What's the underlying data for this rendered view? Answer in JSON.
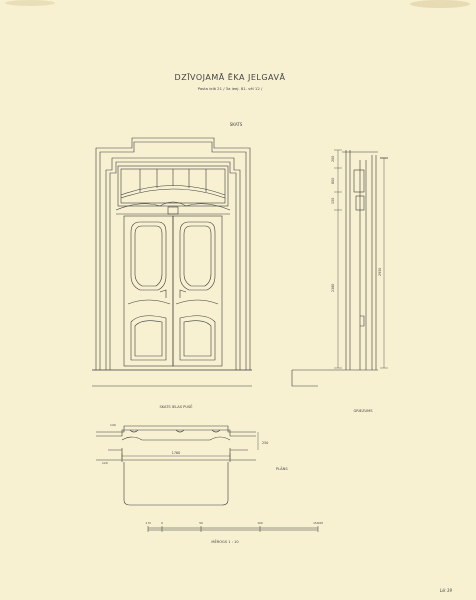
{
  "drawing": {
    "title": "DZĪVOJAMĀ ĒKA JELGAVĀ",
    "subtitle": "Pasta ielā 21 / 3a ieej. 81. vēl 12 /",
    "elevation_label": "SKATS",
    "plan_label": "SKATS IELAS PUSĒ",
    "section_label": "GRIEZUMS",
    "plan_caption": "PLĀNS",
    "scale_label": "MĒROGS  1 : 10",
    "sheet_number": "Lik 39"
  },
  "dimensions": {
    "section_top": "200",
    "section_mid": "800",
    "section_lower": "150",
    "section_height_a": "2380",
    "section_height_b": "2950",
    "plan_width": "1760",
    "plan_depth": "250",
    "plan_small_a": "140",
    "plan_small_b": "120"
  },
  "scale_bar": {
    "ticks": [
      "1 M",
      "0",
      "50",
      "100",
      "150CM"
    ]
  },
  "colors": {
    "paper": "#f7f1d2",
    "ink": "#3a3a3a",
    "stain": "#c9b37a"
  }
}
